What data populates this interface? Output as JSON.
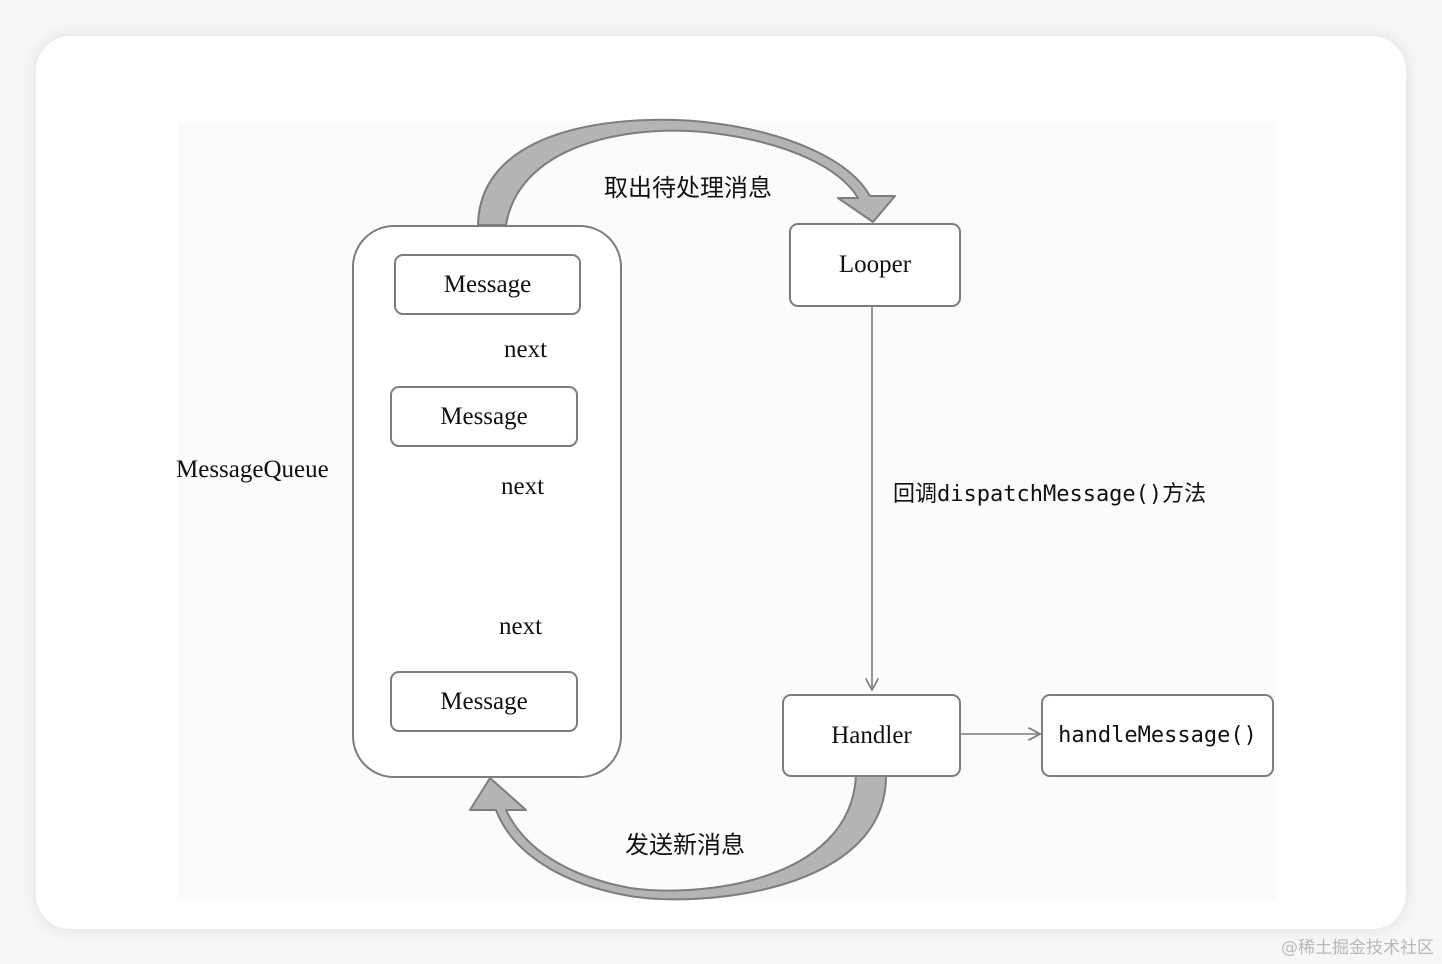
{
  "queue": {
    "label": "MessageQueue",
    "messages": [
      "Message",
      "Message",
      "Message"
    ],
    "next_labels": [
      "next",
      "next",
      "next"
    ]
  },
  "looper": {
    "label": "Looper"
  },
  "handler": {
    "label": "Handler",
    "method": "handleMessage()"
  },
  "edges": {
    "take_message": "取出待处理消息",
    "callback": "回调dispatchMessage()方法",
    "send_message": "发送新消息"
  },
  "watermark": "@稀土掘金技术社区",
  "colors": {
    "stroke": "#7d7d7d",
    "arrow_fill": "#b4b4b4",
    "text": "#111111"
  }
}
